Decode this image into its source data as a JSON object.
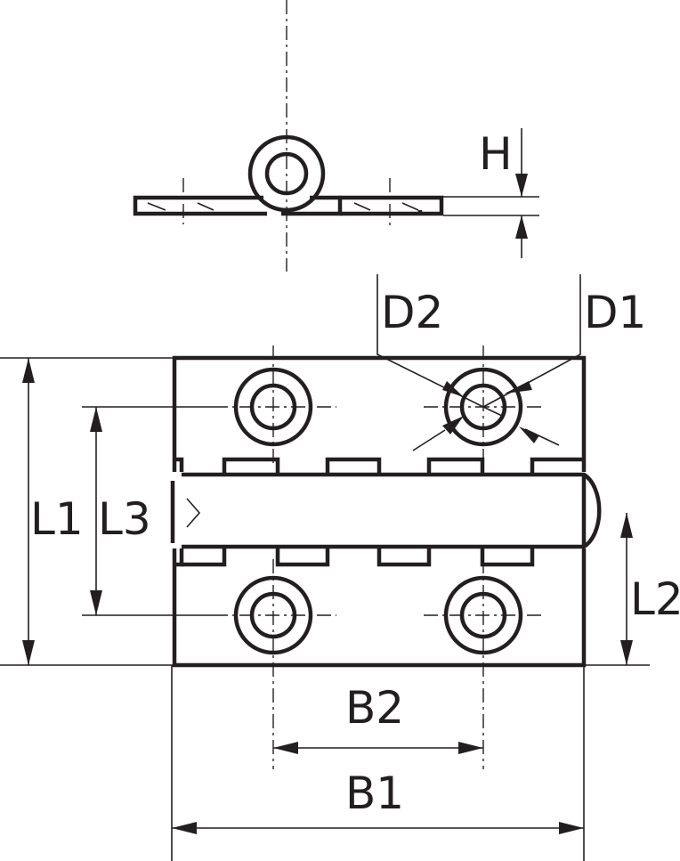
{
  "labels": {
    "H": "H",
    "D2": "D2",
    "D1": "D1",
    "L1": "L1",
    "L3": "L3",
    "L2": "L2",
    "B2": "B2",
    "B1": "B1"
  },
  "colors": {
    "ink": "#231f20",
    "background": "#ffffff"
  }
}
